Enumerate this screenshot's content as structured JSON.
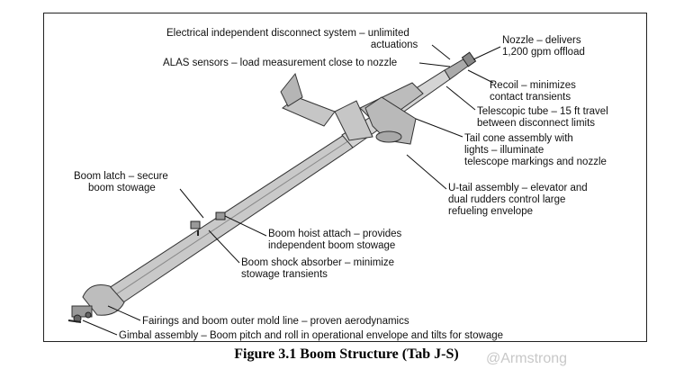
{
  "labels": {
    "electrical": "Electrical independent disconnect system – unlimited\n                                                                       actuations",
    "alas": "ALAS sensors – load measurement close to nozzle",
    "nozzle": "Nozzle – delivers\n1,200 gpm offload",
    "recoil": "Recoil – minimizes\ncontact transients",
    "telescopic": "Telescopic tube – 15 ft travel\nbetween disconnect limits",
    "tailcone": "Tail cone assembly with\nlights – illuminate\ntelescope markings and nozzle",
    "utail": "U-tail assembly – elevator and\ndual rudders control large\nrefueling envelope",
    "latch": "Boom latch – secure\n     boom stowage",
    "hoist": "Boom hoist attach – provides\nindependent boom stowage",
    "shock": "Boom shock absorber – minimize\nstowage transients",
    "fairings": "Fairings and boom outer mold line – proven aerodynamics",
    "gimbal": "Gimbal assembly – Boom pitch and roll in operational envelope and tilts for stowage"
  },
  "caption": "Figure 3.1 Boom Structure (Tab J-S)",
  "watermark": "@Armstrong"
}
